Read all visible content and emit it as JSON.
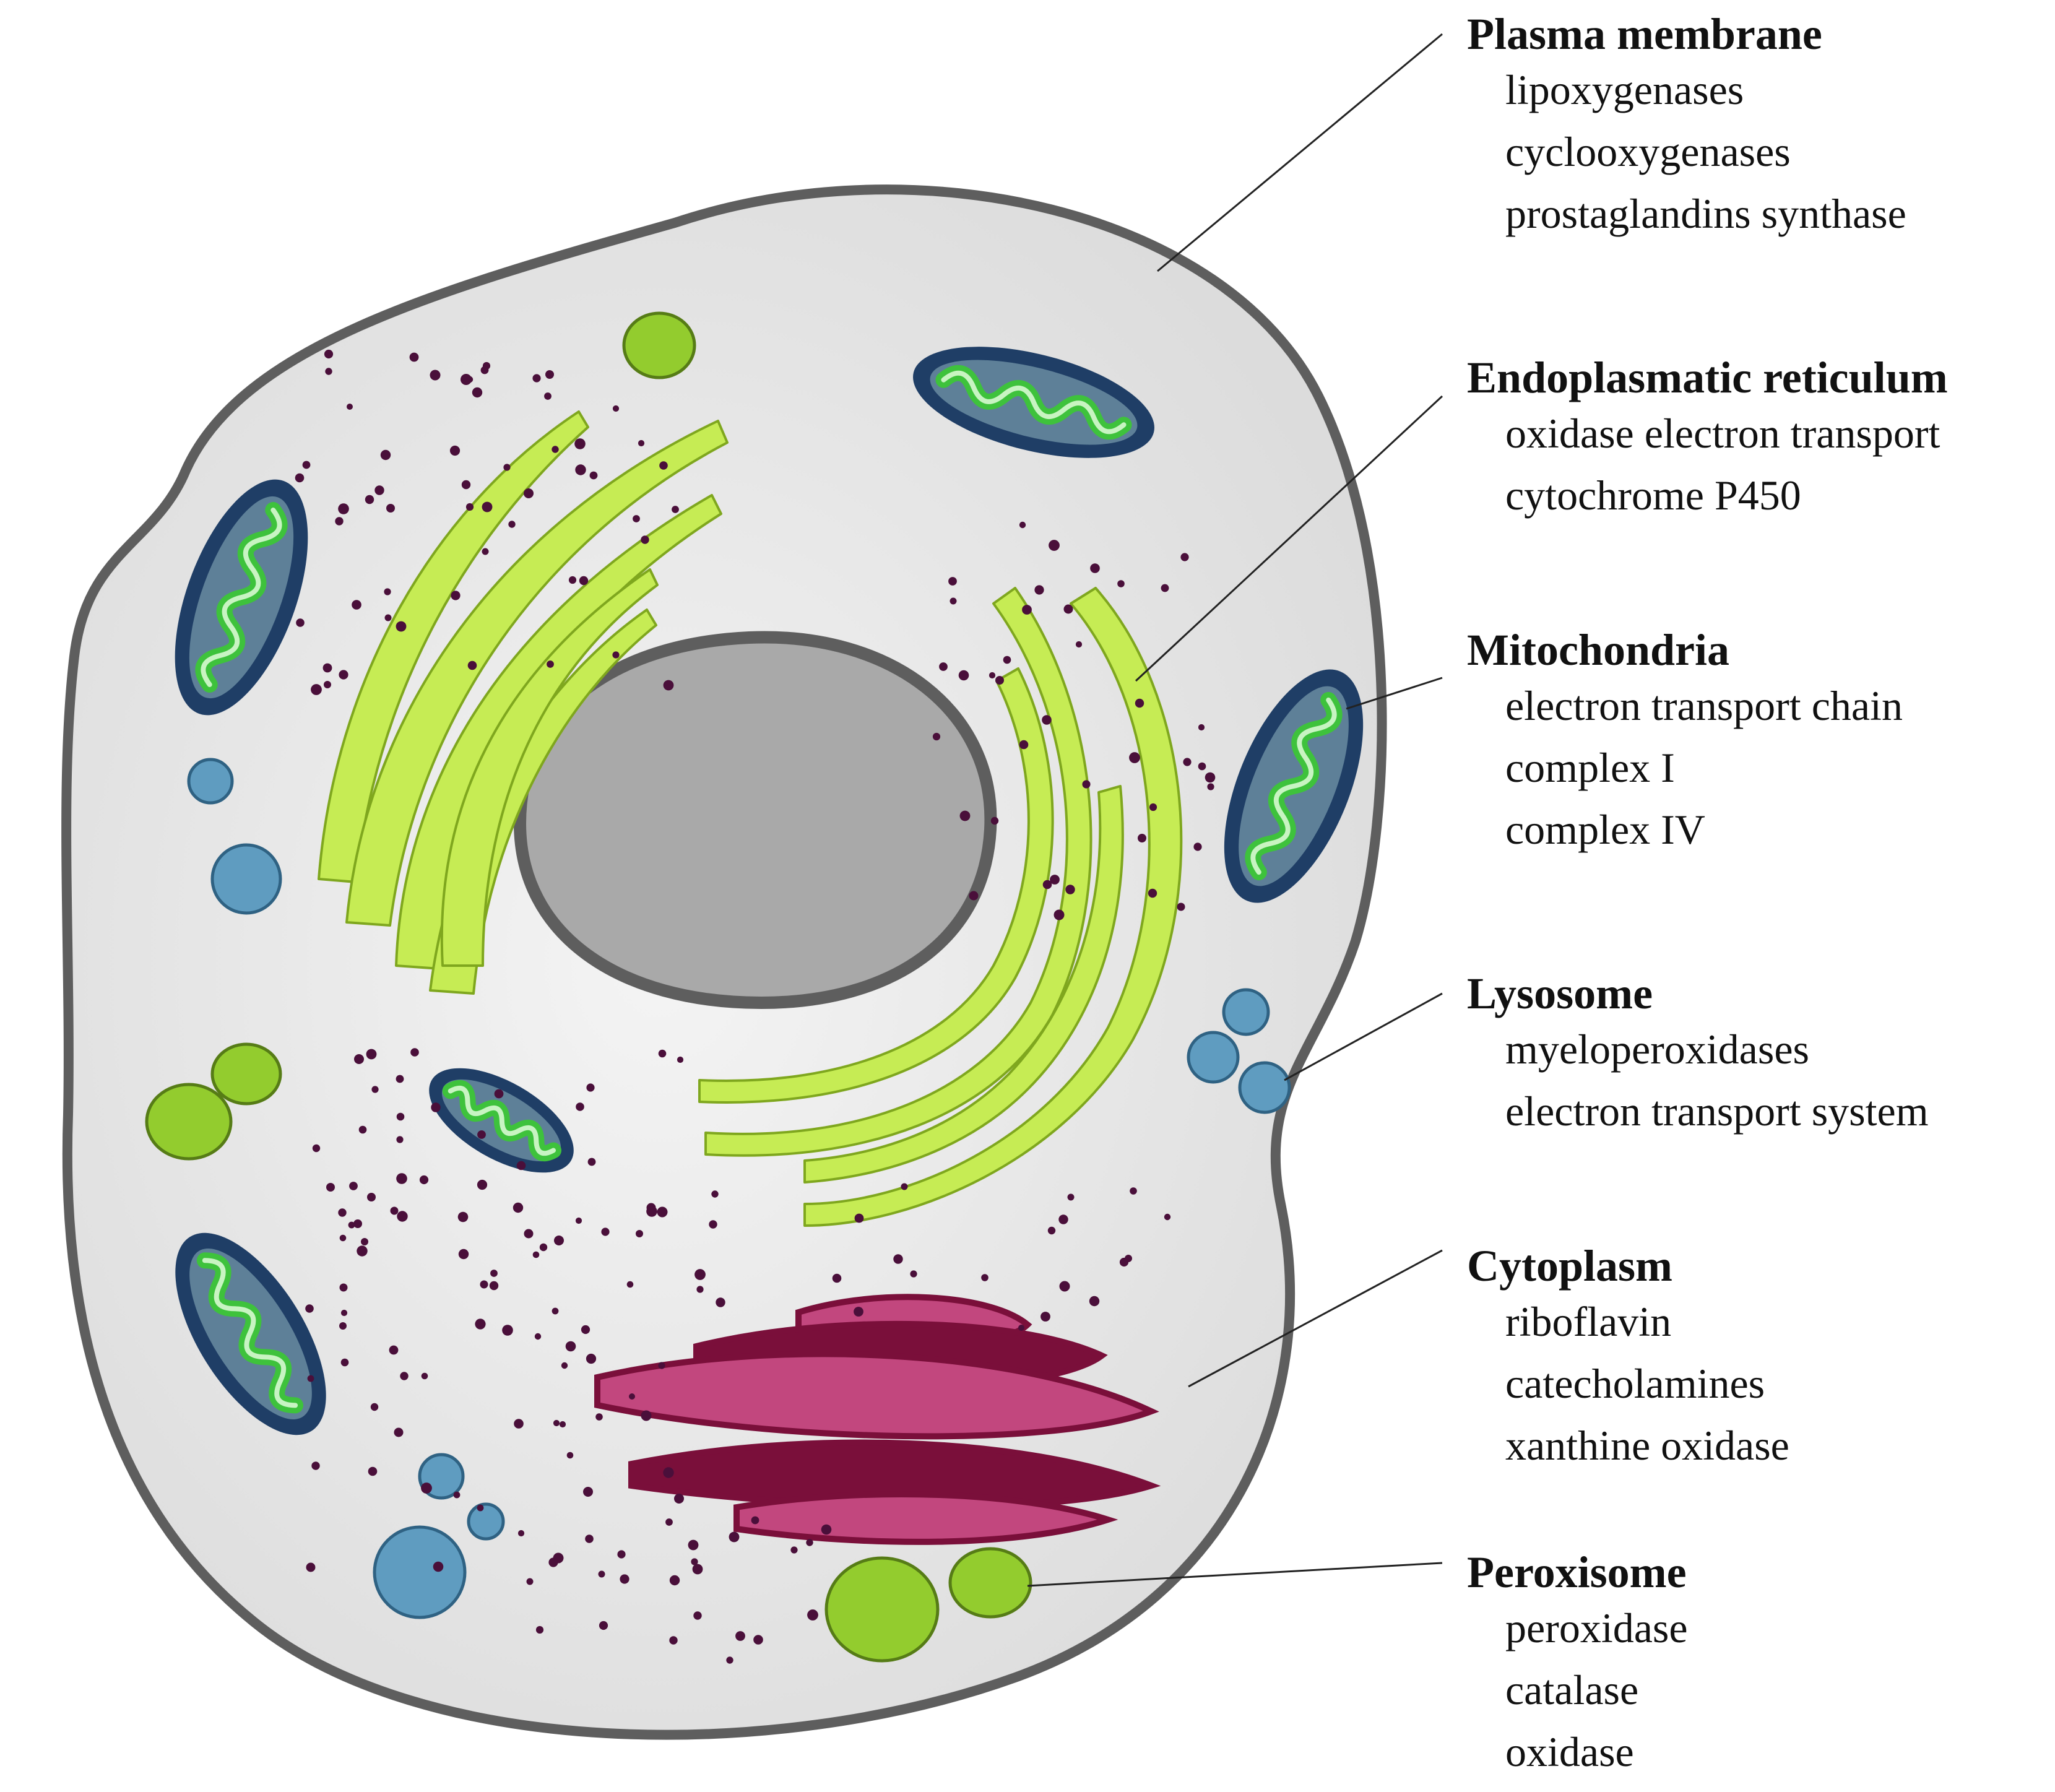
{
  "colors": {
    "background": "#ffffff",
    "cell_fill": "#dcdcdc",
    "cell_outline": "#5e5e5e",
    "nucleus_fill": "#a9a9a9",
    "er_fill": "#c6ec54",
    "er_outline": "#7fa71e",
    "golgi_dark": "#7a0f3a",
    "golgi_light": "#c2477e",
    "mito_outer": "#1f3e66",
    "mito_inner": "#5e8098",
    "mito_crista": "#3ec23c",
    "mito_crista_light": "#c8f4c2",
    "lysosome_fill": "#5f9cc0",
    "lysosome_outline": "#2f6283",
    "peroxisome_fill": "#93cc2e",
    "peroxisome_outline": "#567c16",
    "ribosome": "#4a0f3a",
    "leader_line": "#222222"
  },
  "labels": [
    {
      "key": "plasma-membrane",
      "title": "Plasma membrane",
      "items": [
        "lipoxygenases",
        "cyclooxygenases",
        "prostaglandins synthase"
      ]
    },
    {
      "key": "endoplasmatic-reticulum",
      "title": "Endoplasmatic reticulum",
      "items": [
        "oxidase electron transport",
        "cytochrome P450"
      ]
    },
    {
      "key": "mitochondria",
      "title": "Mitochondria",
      "items": [
        "electron transport chain",
        "complex I",
        "complex IV"
      ]
    },
    {
      "key": "lysosome",
      "title": "Lysosome",
      "items": [
        "myeloperoxidases",
        "electron transport system"
      ]
    },
    {
      "key": "cytoplasm",
      "title": "Cytoplasm",
      "items": [
        "riboflavin",
        "catecholamines",
        "xanthine oxidase"
      ]
    },
    {
      "key": "peroxisome",
      "title": "Peroxisome",
      "items": [
        "peroxidase",
        "catalase",
        "oxidase"
      ]
    }
  ]
}
